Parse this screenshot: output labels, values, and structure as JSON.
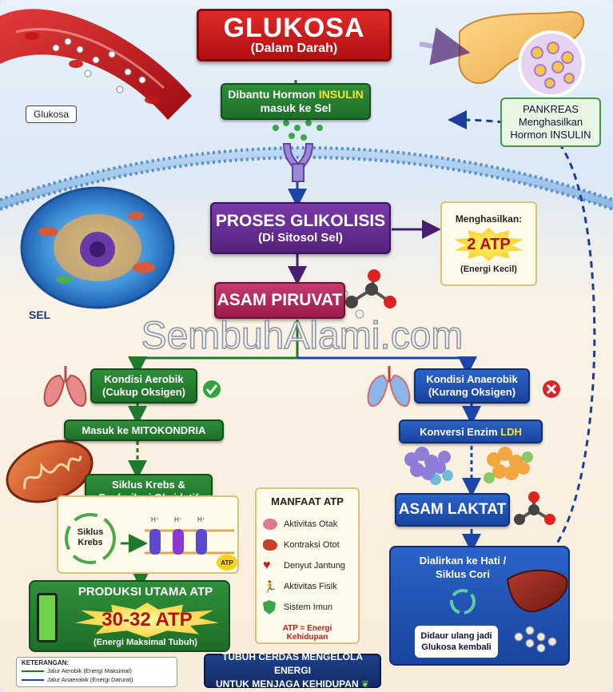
{
  "title": {
    "main": "GLUKOSA",
    "sub": "(Dalam Darah)"
  },
  "blood_label": "Glukosa",
  "insulin": {
    "prefix": "Dibantu Hormon ",
    "keyword": "INSULIN",
    "line2": "masuk ke Sel"
  },
  "pancreas": {
    "name": "PANKREAS",
    "line2": "Menghasilkan",
    "line3": "Hormon INSULIN"
  },
  "glycolysis": {
    "title": "PROSES GLIKOLISIS",
    "sub": "(Di Sitosol Sel)"
  },
  "glycolysis_output": {
    "label": "Menghasilkan:",
    "atp": "2 ATP",
    "note": "(Energi Kecil)"
  },
  "cell_label": "SEL",
  "pyruvate": "ASAM PIRUVAT",
  "watermark": "SembuhAlami.com",
  "aerobic": {
    "condition_line1": "Kondisi Aerobik",
    "condition_line2": "(Cukup Oksigen)",
    "mitochondria": "Masuk ke MITOKONDRIA",
    "krebs_line1": "Siklus Krebs &",
    "krebs_line2": "Fosforilasi Oksidatif",
    "cycle_label_1": "Siklus",
    "cycle_label_2": "Krebs",
    "proton": "H⁺",
    "atp_tag": "ATP",
    "production_title": "PRODUKSI UTAMA ATP",
    "production_atp": "30-32 ATP",
    "production_note": "(Energi Maksimal Tubuh)"
  },
  "anaerobic": {
    "condition_line1": "Kondisi Anaerobik",
    "condition_line2": "(Kurang Oksigen)",
    "ldh_prefix": "Konversi Enzim ",
    "ldh_keyword": "LDH",
    "lactate": "ASAM LAKTAT",
    "cori_line1": "Dialirkan ke Hati /",
    "cori_line2": "Siklus Cori",
    "recycle_line1": "Didaur ulang jadi",
    "recycle_line2": "Glukosa kembali"
  },
  "atp_benefits": {
    "title": "MANFAAT ATP",
    "items": [
      {
        "label": "Aktivitas Otak",
        "icon": "brain-icon"
      },
      {
        "label": "Kontraksi Otot",
        "icon": "muscle-icon"
      },
      {
        "label": "Denyut Jantung",
        "icon": "heart-icon"
      },
      {
        "label": "Aktivitas Fisik",
        "icon": "runner-icon"
      },
      {
        "label": "Sistem Imun",
        "icon": "shield-icon"
      }
    ],
    "footer": "ATP = Energi Kehidupan"
  },
  "legend": {
    "title": "KETERANGAN:",
    "aerobic": "Jalur Aerobik (Energi Maksimal)",
    "anaerobic": "Jalur Anaerobik (Energi Darurat)"
  },
  "footer": {
    "line1": "TUBUH CERDAS MENGELOLA ENERGI",
    "line2": "UNTUK MENJAGA KEHIDUPAN"
  },
  "colors": {
    "aerobic": "#1f7a2c",
    "anaerobic": "#1b45a6",
    "glycolysis": "#6a2d95",
    "glucose": "#d11a1a",
    "atp_yellow": "#ffe22a"
  }
}
